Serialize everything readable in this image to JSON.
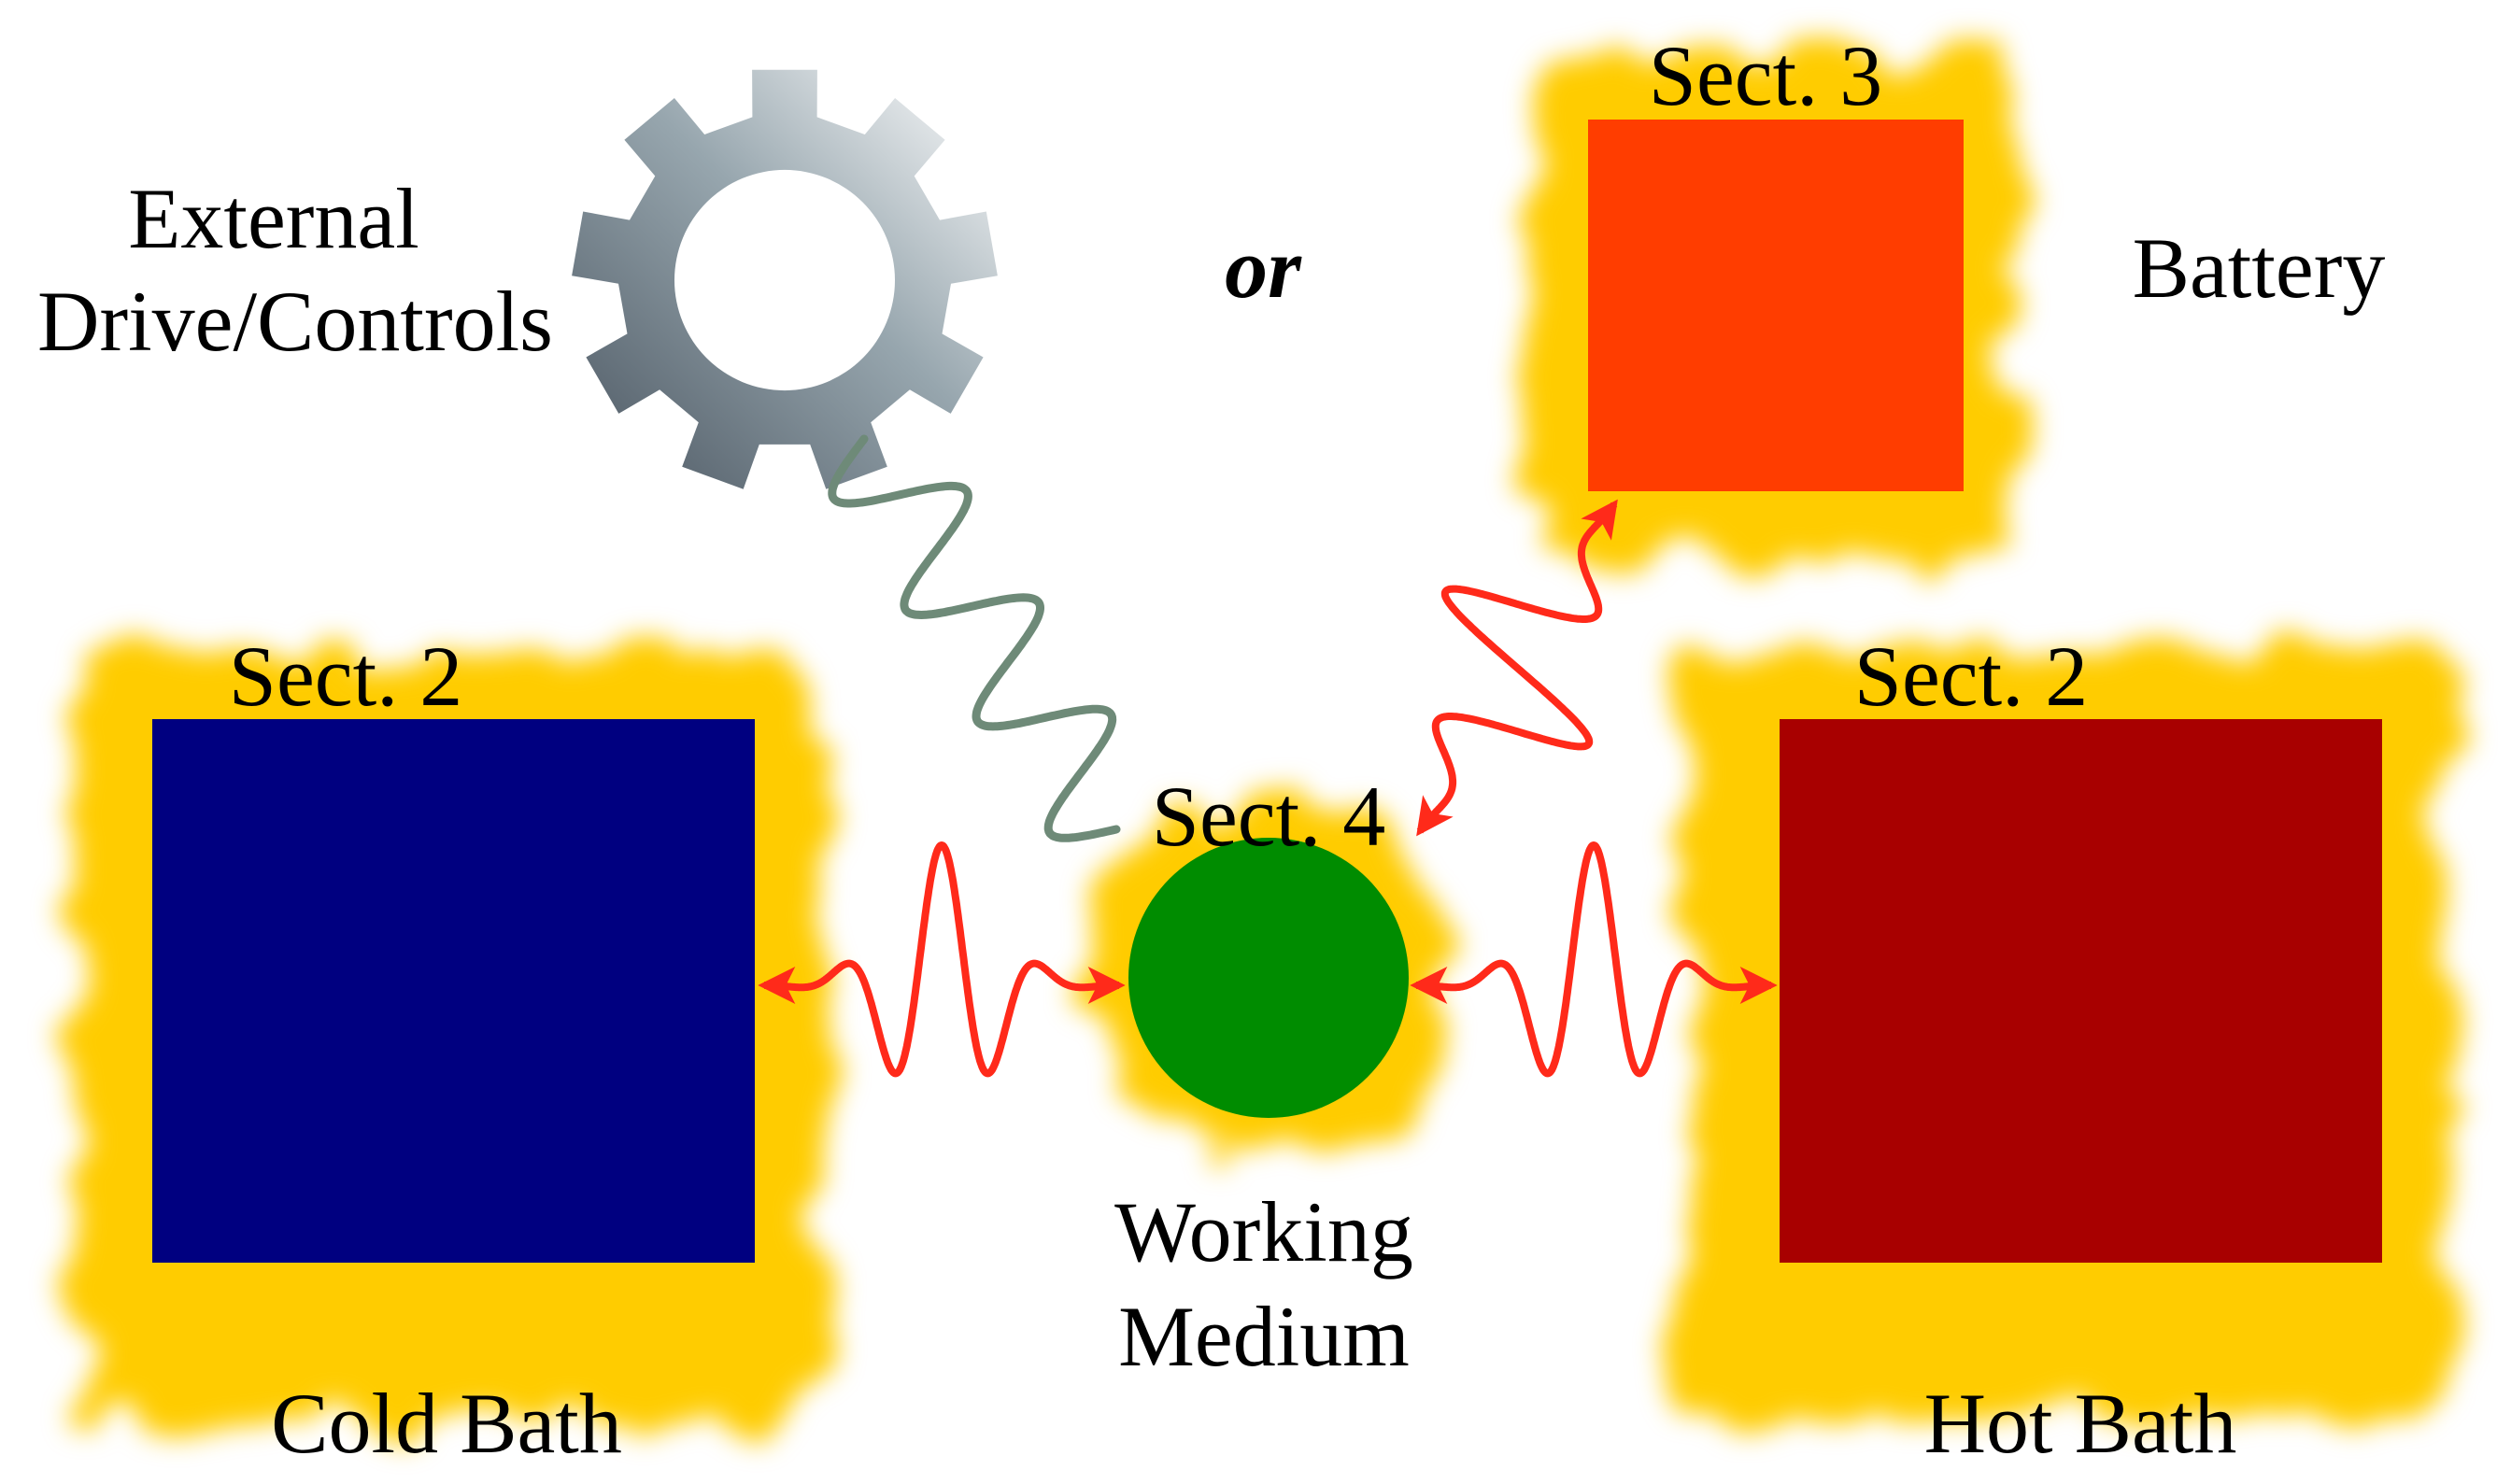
{
  "drive": {
    "line1": "External",
    "line2": "Drive/Controls",
    "icon": "gear-icon"
  },
  "or_text": "or",
  "battery": {
    "section": "Sect. 3",
    "label": "Battery",
    "color": "#ff3d00"
  },
  "cold_bath": {
    "section": "Sect. 2",
    "label": "Cold Bath",
    "color": "#000080"
  },
  "hot_bath": {
    "section": "Sect. 2",
    "label": "Hot Bath",
    "color": "#a80000"
  },
  "working_medium": {
    "section": "Sect. 4",
    "line1": "Working",
    "line2": "Medium",
    "color": "#008c00"
  },
  "colors": {
    "glow": "#ffcc00",
    "arrow": "#ff2a1a",
    "drive_spring": "#6e8a78"
  }
}
